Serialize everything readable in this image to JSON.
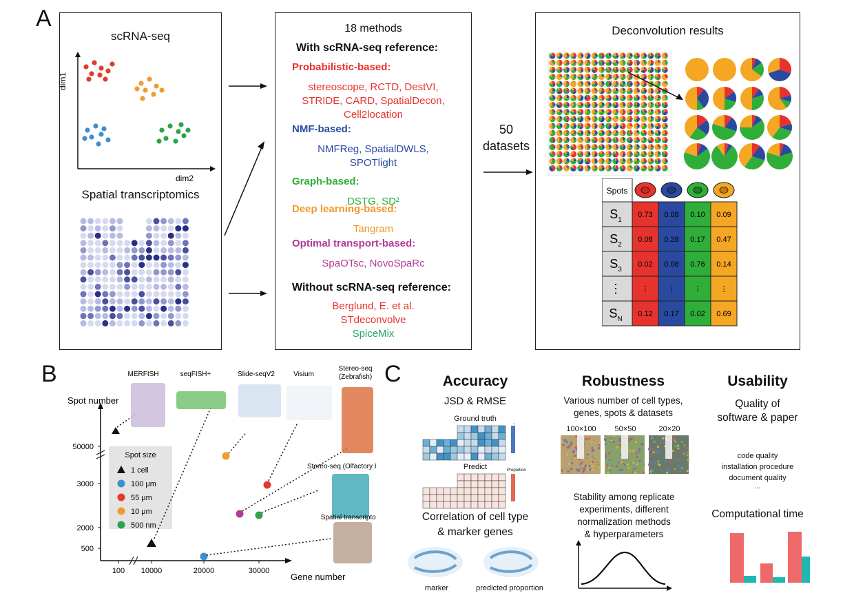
{
  "panel_labels": {
    "a": "A",
    "b": "B",
    "c": "C"
  },
  "panelA": {
    "scrna": {
      "title": "scRNA-seq",
      "ylabel": "dim1",
      "xlabel": "dim2"
    },
    "spatial_title": "Spatial transcriptomics",
    "methods_box": {
      "title": "18 methods",
      "with_ref": "With scRNA-seq reference:",
      "categories": [
        {
          "label": "Probabilistic-based:",
          "color": "#e8322d",
          "lines": [
            "stereoscope, RCTD, DestVI,",
            "STRIDE,  CARD, SpatialDecon,",
            "Cell2location"
          ]
        },
        {
          "label": "NMF-based:",
          "color": "#2a4aa0",
          "lines": [
            "NMFReg, SpatialDWLS,",
            "SPOTlight"
          ]
        },
        {
          "label": "Graph-based:",
          "color": "#2fae3a",
          "lines": [
            "DSTG, SD²"
          ]
        },
        {
          "label": "Deep learning-based:",
          "color": "#f2992b",
          "lines": [
            "Tangram"
          ]
        },
        {
          "label": "Optimal transport-based:",
          "color": "#b23a9a",
          "lines": [
            "SpaOTsc, NovoSpaRc"
          ]
        }
      ],
      "without_ref": "Without scRNA-seq reference:",
      "without_methods": [
        {
          "text": "Berglund, E. et al.",
          "color": "#e8322d"
        },
        {
          "text": "STdeconvolve",
          "color": "#e8322d"
        },
        {
          "text": "SpiceMix",
          "color": "#22a36a"
        }
      ]
    },
    "datasets_label_1": "50",
    "datasets_label_2": "datasets",
    "results_box": {
      "title": "Deconvolution results",
      "table_header": "Spots",
      "rows": [
        {
          "spot": "S",
          "sub": "1",
          "values": [
            "0.73",
            "0.08",
            "0.10",
            "0.09"
          ]
        },
        {
          "spot": "S",
          "sub": "2",
          "values": [
            "0.08",
            "0.28",
            "0.17",
            "0.47"
          ]
        },
        {
          "spot": "S",
          "sub": "3",
          "values": [
            "0.02",
            "0.08",
            "0.76",
            "0.14"
          ]
        },
        {
          "spot": "⋮",
          "sub": "",
          "values": [
            "⋮",
            "⋮",
            "⋮",
            "⋮"
          ]
        },
        {
          "spot": "S",
          "sub": "N",
          "values": [
            "0.12",
            "0.17",
            "0.02",
            "0.69"
          ]
        }
      ],
      "col_colors": [
        "#e8322d",
        "#2a4aa0",
        "#2fae3a",
        "#f5a623"
      ]
    }
  },
  "panelB": {
    "y_axis_label": "Spot number",
    "x_axis_label": "Gene number",
    "y_ticks": [
      "50000",
      "3000",
      "2000",
      "500"
    ],
    "x_ticks": [
      "100",
      "10000",
      "20000",
      "30000"
    ],
    "platforms": [
      "MERFISH",
      "seqFISH+",
      "Slide-seqV2",
      "Visium",
      "Stereo-seq\n(Zebrafish)"
    ],
    "stereo_zebrafish_1": "Stereo-seq",
    "stereo_zebrafish_2": "(Zebrafish)",
    "stereo_olfactory": "Stereo-seq (Olfactory bulb)",
    "spatial_transcriptomics": "Spatial transcriptomics",
    "legend": {
      "title": "Spot size",
      "items": [
        {
          "label": "1 cell",
          "marker": "triangle",
          "color": "#111111"
        },
        {
          "label": "100 μm",
          "marker": "circle",
          "color": "#3d8fd1"
        },
        {
          "label": "55 μm",
          "marker": "circle",
          "color": "#e23b2b"
        },
        {
          "label": "10 μm",
          "marker": "circle",
          "color": "#f29a2e"
        },
        {
          "label": "500 nm",
          "marker": "circle",
          "color": "#2fa24a"
        }
      ]
    }
  },
  "panelC": {
    "accuracy": {
      "title": "Accuracy",
      "metric": "JSD & RMSE",
      "ground_truth": "Ground truth",
      "predict": "Predict",
      "proportion": "Proportion",
      "corr_1": "Correlation of cell type",
      "corr_2": "& marker genes",
      "marker": "marker",
      "predicted": "predicted proportion"
    },
    "robustness": {
      "title": "Robustness",
      "line1": "Various number of cell types,",
      "line2": "genes, spots & datasets",
      "sizes": [
        "100×100",
        "50×50",
        "20×20"
      ],
      "stab1": "Stability among replicate",
      "stab2": "experiments, different",
      "stab3": "normalization methods",
      "stab4": "& hyperparameters"
    },
    "usability": {
      "title": "Usability",
      "q1": "Quality of",
      "q2": "software & paper",
      "items": [
        "code quality",
        "installation procedure",
        "document quality",
        "..."
      ],
      "comp_time": "Computational time",
      "bar_colors": [
        "#ee6a6a",
        "#1fb7b0"
      ]
    }
  }
}
